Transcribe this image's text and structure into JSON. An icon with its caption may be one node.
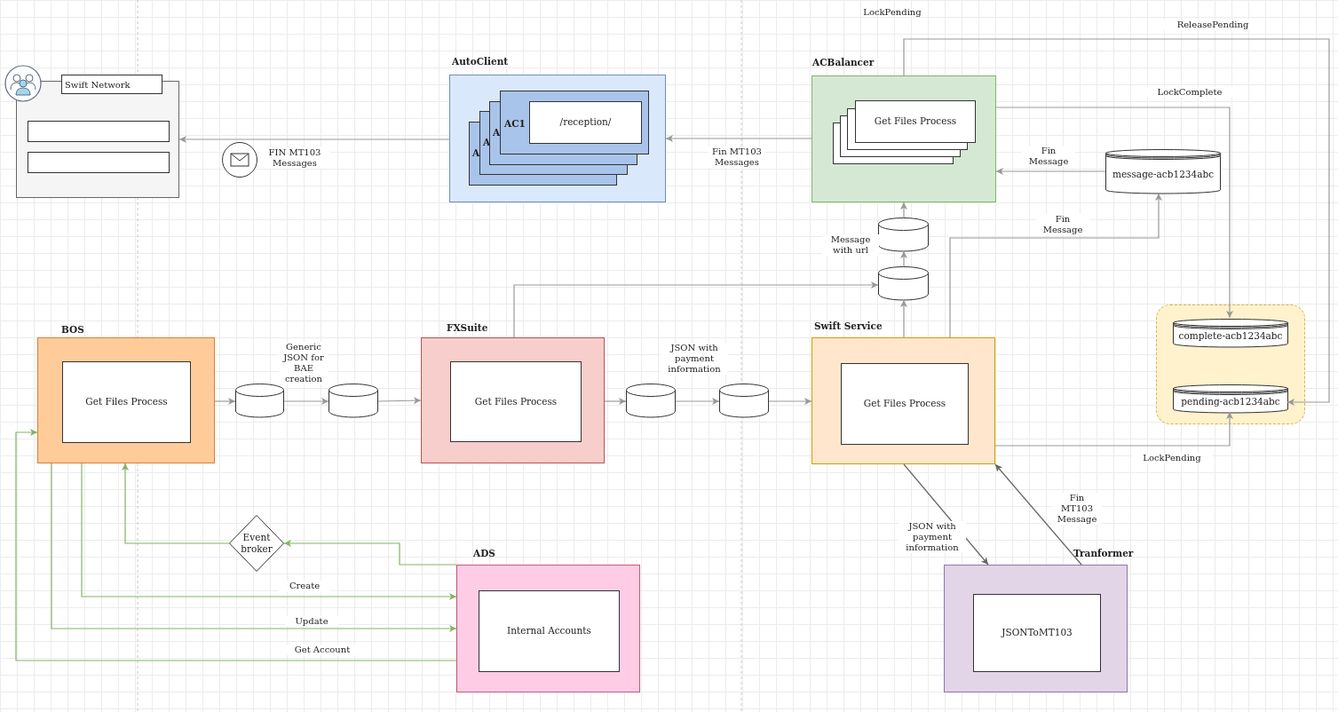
{
  "diagram": {
    "nodes": [
      {
        "text": [
          "Swift Network"
        ]
      },
      {
        "text": [],
        "shape": "box",
        "in": 0
      },
      {
        "text": [],
        "shape": "box",
        "in": 0
      },
      {
        "text": [
          "AutoClient"
        ]
      },
      {
        "text": [
          "AC1"
        ],
        "in": 3
      },
      {
        "text": [
          "/reception/"
        ],
        "in": 4
      },
      {
        "text": [
          "ACBalancer"
        ]
      },
      {
        "text": [
          "Get Files Process"
        ],
        "in": 6
      },
      {
        "text": [
          "message-acb1234abc"
        ]
      },
      {
        "text": [],
        "shape": "cylinder"
      },
      {
        "text": [],
        "shape": "cylinder"
      },
      {
        "text": [
          "BOS"
        ]
      },
      {
        "text": [
          "Get Files Process"
        ],
        "in": 11
      },
      {
        "text": [],
        "shape": "cylinder"
      },
      {
        "text": [],
        "shape": "cylinder"
      },
      {
        "text": [
          "FXSuite"
        ]
      },
      {
        "text": [
          "Get Files Process"
        ],
        "in": 15
      },
      {
        "text": [],
        "shape": "cylinder"
      },
      {
        "text": [],
        "shape": "cylinder"
      },
      {
        "text": [
          "Swift Service"
        ]
      },
      {
        "text": [
          "Get Files Process"
        ],
        "in": 19
      },
      {
        "text": [],
        "shape": "box"
      },
      {
        "text": [
          "complete-acb1234abc"
        ],
        "in": 21
      },
      {
        "text": [
          "pending-acb1234abc"
        ],
        "in": 21
      },
      {
        "text": [
          "Event broker"
        ]
      },
      {
        "text": [
          "ADS"
        ]
      },
      {
        "text": [
          "Internal Accounts"
        ],
        "in": 25
      },
      {
        "text": [
          "Tranformer"
        ]
      },
      {
        "text": [
          "JSONToMT103"
        ],
        "in": 27
      }
    ],
    "edges": [
      {
        "from": 3,
        "to": 0,
        "arrow": "to",
        "label": "FIN MT103 Messages"
      },
      {
        "from": 6,
        "to": 3,
        "arrow": "to",
        "label": "Fin MT103 Messages"
      },
      {
        "from": 6,
        "to": 23,
        "arrow": "to",
        "label": "ReleasePending"
      },
      {
        "from": 6,
        "to": 22,
        "arrow": "to",
        "label": "LockComplete"
      },
      {
        "from": 8,
        "to": 6,
        "arrow": "to",
        "label": "Fin Message"
      },
      {
        "from": 9,
        "to": 6,
        "arrow": "to"
      },
      {
        "from": 10,
        "to": 9,
        "arrow": "to",
        "label": "Message with url"
      },
      {
        "from": 19,
        "to": 10,
        "arrow": "to"
      },
      {
        "from": 15,
        "to": 10,
        "arrow": "to"
      },
      {
        "from": 19,
        "to": 8,
        "arrow": "to",
        "label": "Fin Message"
      },
      {
        "from": 19,
        "to": 23,
        "arrow": "to",
        "label": "LockPending"
      },
      {
        "from": 11,
        "to": 13,
        "arrow": "to"
      },
      {
        "from": 13,
        "to": 14,
        "arrow": "to",
        "label": "Generic JSON for BAE creation"
      },
      {
        "from": 14,
        "to": 15,
        "arrow": "to"
      },
      {
        "from": 15,
        "to": 17,
        "arrow": "to"
      },
      {
        "from": 17,
        "to": 18,
        "arrow": "to",
        "label": "JSON with payment information"
      },
      {
        "from": 18,
        "to": 19,
        "arrow": "to"
      },
      {
        "from": 19,
        "to": 27,
        "arrow": "to",
        "label": "JSON with payment information",
        "color": "#666666"
      },
      {
        "from": 27,
        "to": 19,
        "arrow": "to",
        "label": "Fin MT103 Message",
        "color": "#666666"
      },
      {
        "from": 25,
        "to": 24,
        "arrow": "to",
        "color": "#82b366"
      },
      {
        "from": 24,
        "to": 11,
        "arrow": "to",
        "color": "#82b366"
      },
      {
        "from": 11,
        "to": 25,
        "arrow": "to",
        "label": "Create",
        "color": "#82b366"
      },
      {
        "from": 11,
        "to": 25,
        "arrow": "to",
        "label": "Update",
        "color": "#82b366"
      },
      {
        "from": 25,
        "to": 11,
        "arrow": "to",
        "label": "Get Account",
        "color": "#82b366"
      }
    ],
    "labels": [
      "LockPending",
      "A",
      "A",
      "A"
    ]
  }
}
